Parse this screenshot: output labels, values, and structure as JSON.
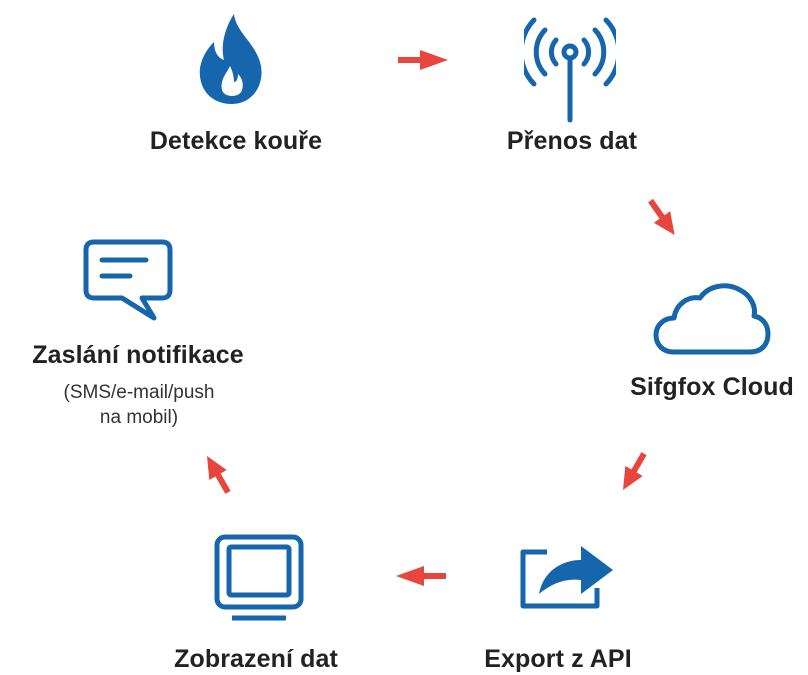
{
  "colors": {
    "icon_blue": "#1566ad",
    "arrow_red": "#e8463c",
    "text": "#222222"
  },
  "steps": [
    {
      "id": "smoke",
      "label": "Detekce kouře",
      "icon": "flame-icon"
    },
    {
      "id": "transfer",
      "label": "Přenos dat",
      "icon": "antenna-icon"
    },
    {
      "id": "cloud",
      "label": "Sifgfox Cloud",
      "icon": "cloud-icon"
    },
    {
      "id": "export",
      "label": "Export z API",
      "icon": "share-export-icon"
    },
    {
      "id": "display",
      "label": "Zobrazení dat",
      "icon": "monitor-icon"
    },
    {
      "id": "notify",
      "label": "Zaslání notifikace",
      "icon": "message-icon",
      "sublabel_lines": [
        "(SMS/e-mail/push",
        "na mobil)"
      ]
    }
  ]
}
